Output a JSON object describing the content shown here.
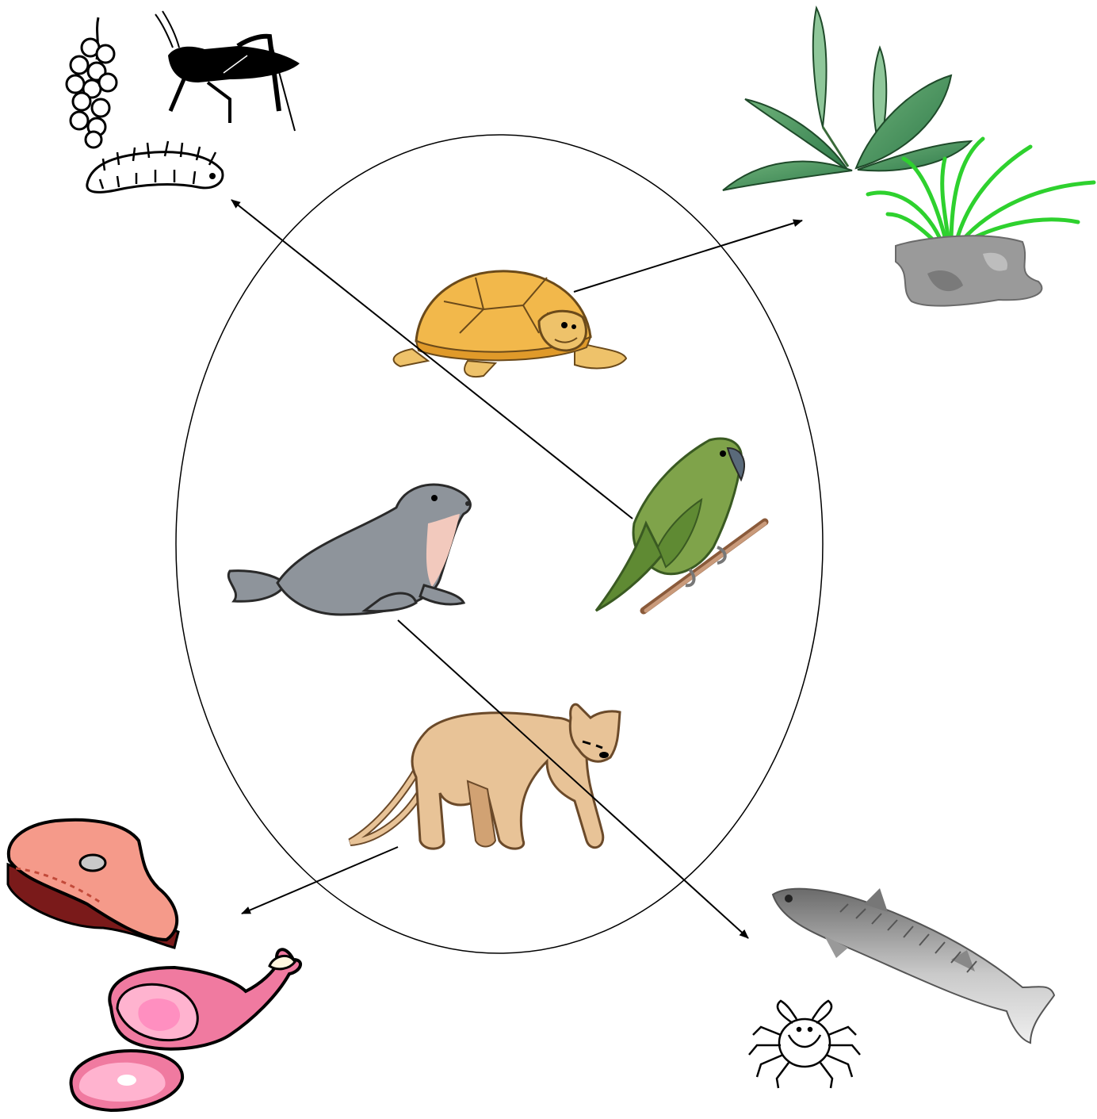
{
  "diagram": {
    "type": "food-web",
    "center_group": {
      "shape": "ellipse",
      "animals": [
        {
          "id": "tortoise",
          "icon": "tortoise-icon",
          "colors": {
            "shell": "#f2b84b",
            "skin": "#eec26a"
          }
        },
        {
          "id": "seal",
          "icon": "seal-icon",
          "colors": {
            "body": "#8e949b",
            "belly": "#f2c9bd"
          }
        },
        {
          "id": "parrot",
          "icon": "parrot-icon",
          "colors": {
            "body": "#7fa34a",
            "dark": "#5f8a33"
          }
        },
        {
          "id": "puma",
          "icon": "puma-icon",
          "colors": {
            "body": "#e8c397",
            "shade": "#d1a273"
          }
        }
      ]
    },
    "food_sources": [
      {
        "id": "insects-berries",
        "icons": [
          "berries-icon",
          "grasshopper-icon",
          "caterpillar-icon"
        ]
      },
      {
        "id": "plants",
        "icons": [
          "plantain-icon",
          "grass-icon",
          "rock-icon"
        ]
      },
      {
        "id": "meat",
        "icons": [
          "steak-icon",
          "ham-icon",
          "meat-slice-icon"
        ]
      },
      {
        "id": "seafood",
        "icons": [
          "fish-icon",
          "crab-icon"
        ]
      }
    ],
    "arrows": [
      {
        "from": "parrot",
        "to": "insects-berries"
      },
      {
        "from": "tortoise",
        "to": "plants"
      },
      {
        "from": "puma",
        "to": "meat"
      },
      {
        "from": "seal",
        "to": "seafood"
      }
    ]
  }
}
